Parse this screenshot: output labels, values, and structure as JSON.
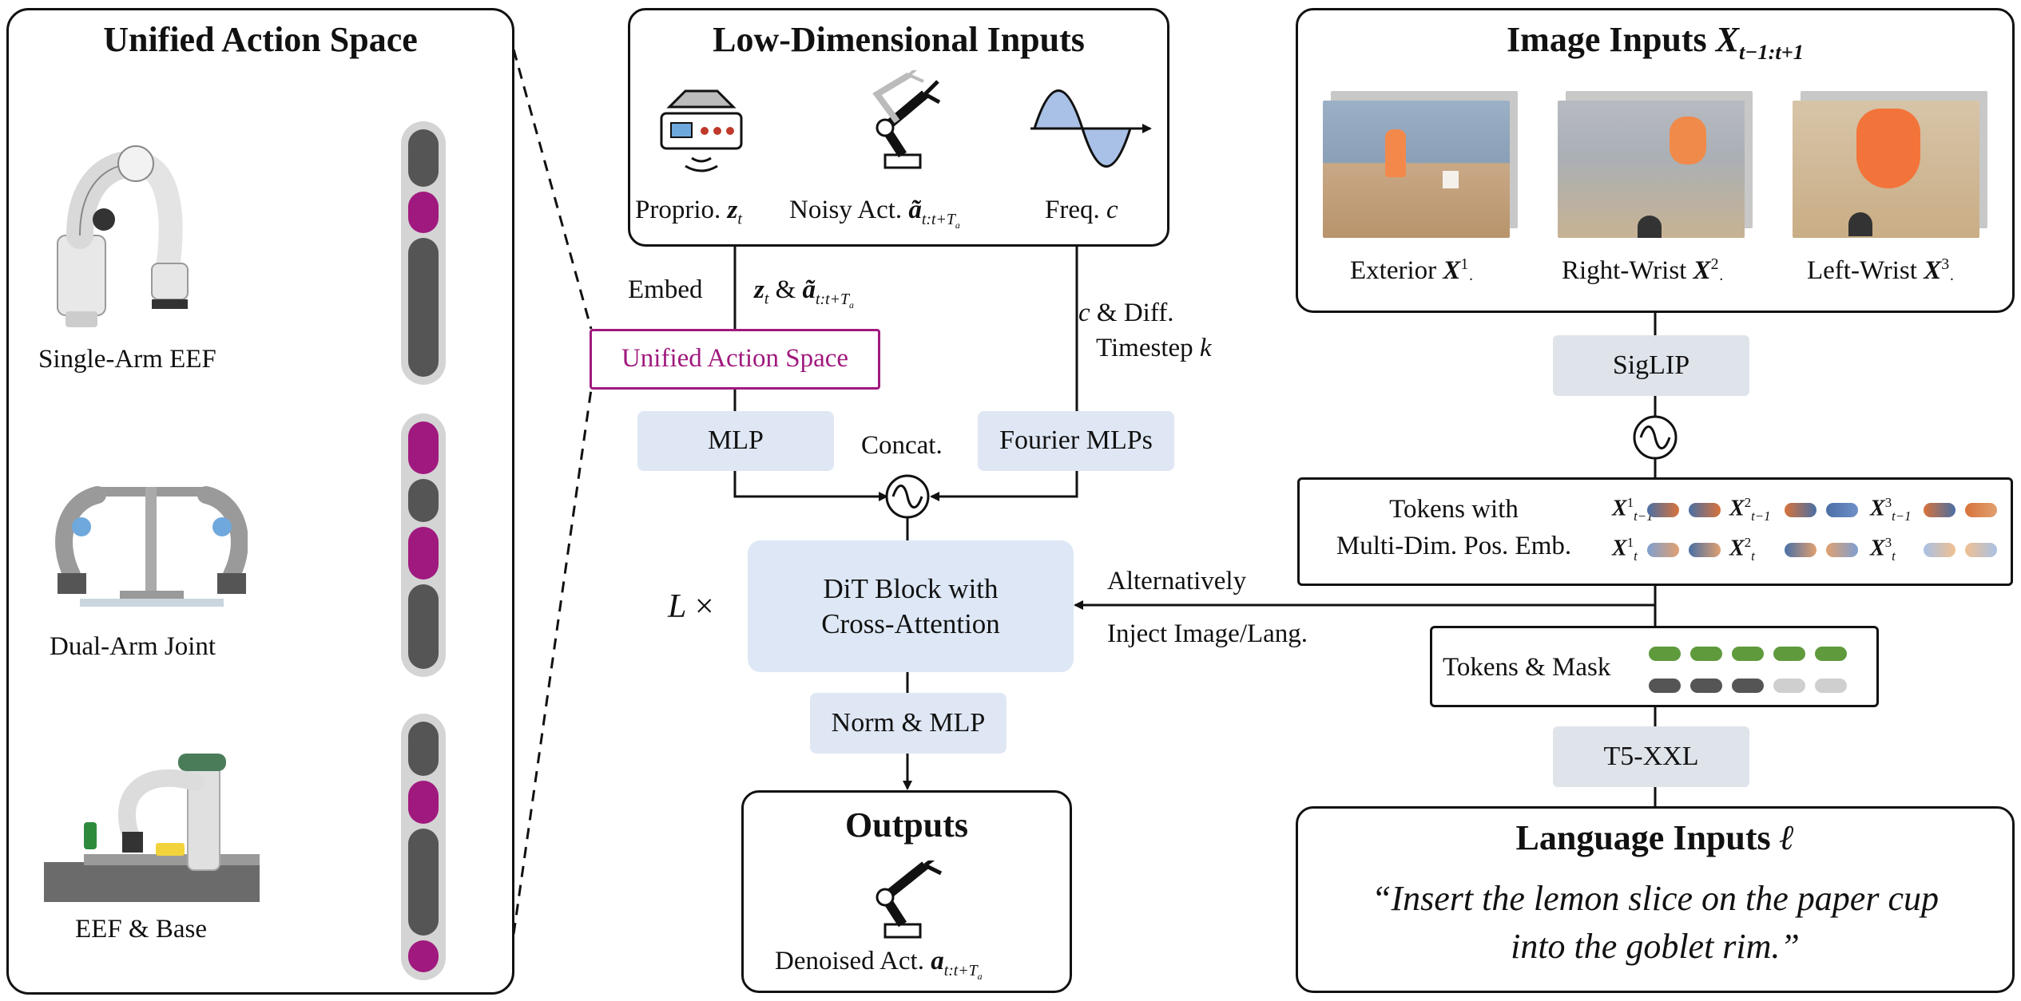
{
  "left_panel": {
    "title": "Unified Action Space",
    "robots": [
      {
        "label": "Single-Arm EEF"
      },
      {
        "label": "Dual-Arm Joint"
      },
      {
        "label": "EEF & Base"
      }
    ]
  },
  "low_dim": {
    "title": "Low-Dimensional Inputs",
    "proprio_label": "Proprio.",
    "proprio_sym": "z",
    "proprio_sub": "t",
    "noisy_label": "Noisy Act.",
    "noisy_sym": "ã",
    "noisy_sub": "t:t+T",
    "noisy_subsub": "a",
    "freq_label": "Freq.",
    "freq_sym": "c"
  },
  "flow": {
    "embed": "Embed",
    "z_sym": "z",
    "z_sub": "t",
    "amp": "&",
    "a_sym": "ã",
    "a_sub": "t:t+T",
    "a_subsub": "a",
    "unified_box": "Unified Action Space",
    "c_line1": "c & Diff.",
    "c_line2": "Timestep k",
    "mlp": "MLP",
    "fourier": "Fourier MLPs",
    "concat": "Concat.",
    "dit_line1": "DiT Block with",
    "dit_line2": "Cross-Attention",
    "repeat": "L ×",
    "norm_mlp": "Norm & MLP",
    "alt_line1": "Alternatively",
    "alt_line2": "Inject Image/Lang."
  },
  "outputs": {
    "title": "Outputs",
    "label": "Denoised Act.",
    "sym": "a",
    "sub": "t:t+T",
    "subsub": "a"
  },
  "image_inputs": {
    "title": "Image Inputs",
    "title_sym": "X",
    "title_sub": "t−1:t+1",
    "cams": [
      {
        "label": "Exterior",
        "sym": "X",
        "sup": "1",
        "sub": "·"
      },
      {
        "label": "Right-Wrist",
        "sym": "X",
        "sup": "2",
        "sub": "·"
      },
      {
        "label": "Left-Wrist",
        "sym": "X",
        "sup": "3",
        "sub": "·"
      }
    ]
  },
  "siglip": "SigLIP",
  "tokens": {
    "line1": "Tokens with",
    "line2": "Multi-Dim. Pos. Emb.",
    "row1": [
      {
        "sym": "X",
        "sup": "1",
        "sub": "t−1"
      },
      {
        "sym": "X",
        "sup": "2",
        "sub": "t−1"
      },
      {
        "sym": "X",
        "sup": "3",
        "sub": "t−1"
      }
    ],
    "row2": [
      {
        "sym": "X",
        "sup": "1",
        "sub": "t"
      },
      {
        "sym": "X",
        "sup": "2",
        "sub": "t"
      },
      {
        "sym": "X",
        "sup": "3",
        "sub": "t"
      }
    ]
  },
  "mask": {
    "label": "Tokens & Mask"
  },
  "t5": "T5-XXL",
  "language": {
    "title": "Language Inputs",
    "title_sym": "ℓ",
    "quote_line1": "“Insert the lemon slice on the paper cup",
    "quote_line2": "into the goblet rim.”"
  },
  "colors": {
    "magenta": "#a0197e",
    "pink": "#e8c6df",
    "dark_slot": "#555555",
    "light_slot": "#d4d4d4",
    "box_blue": "#dfe7f4",
    "green_token": "#5f9a3c"
  }
}
